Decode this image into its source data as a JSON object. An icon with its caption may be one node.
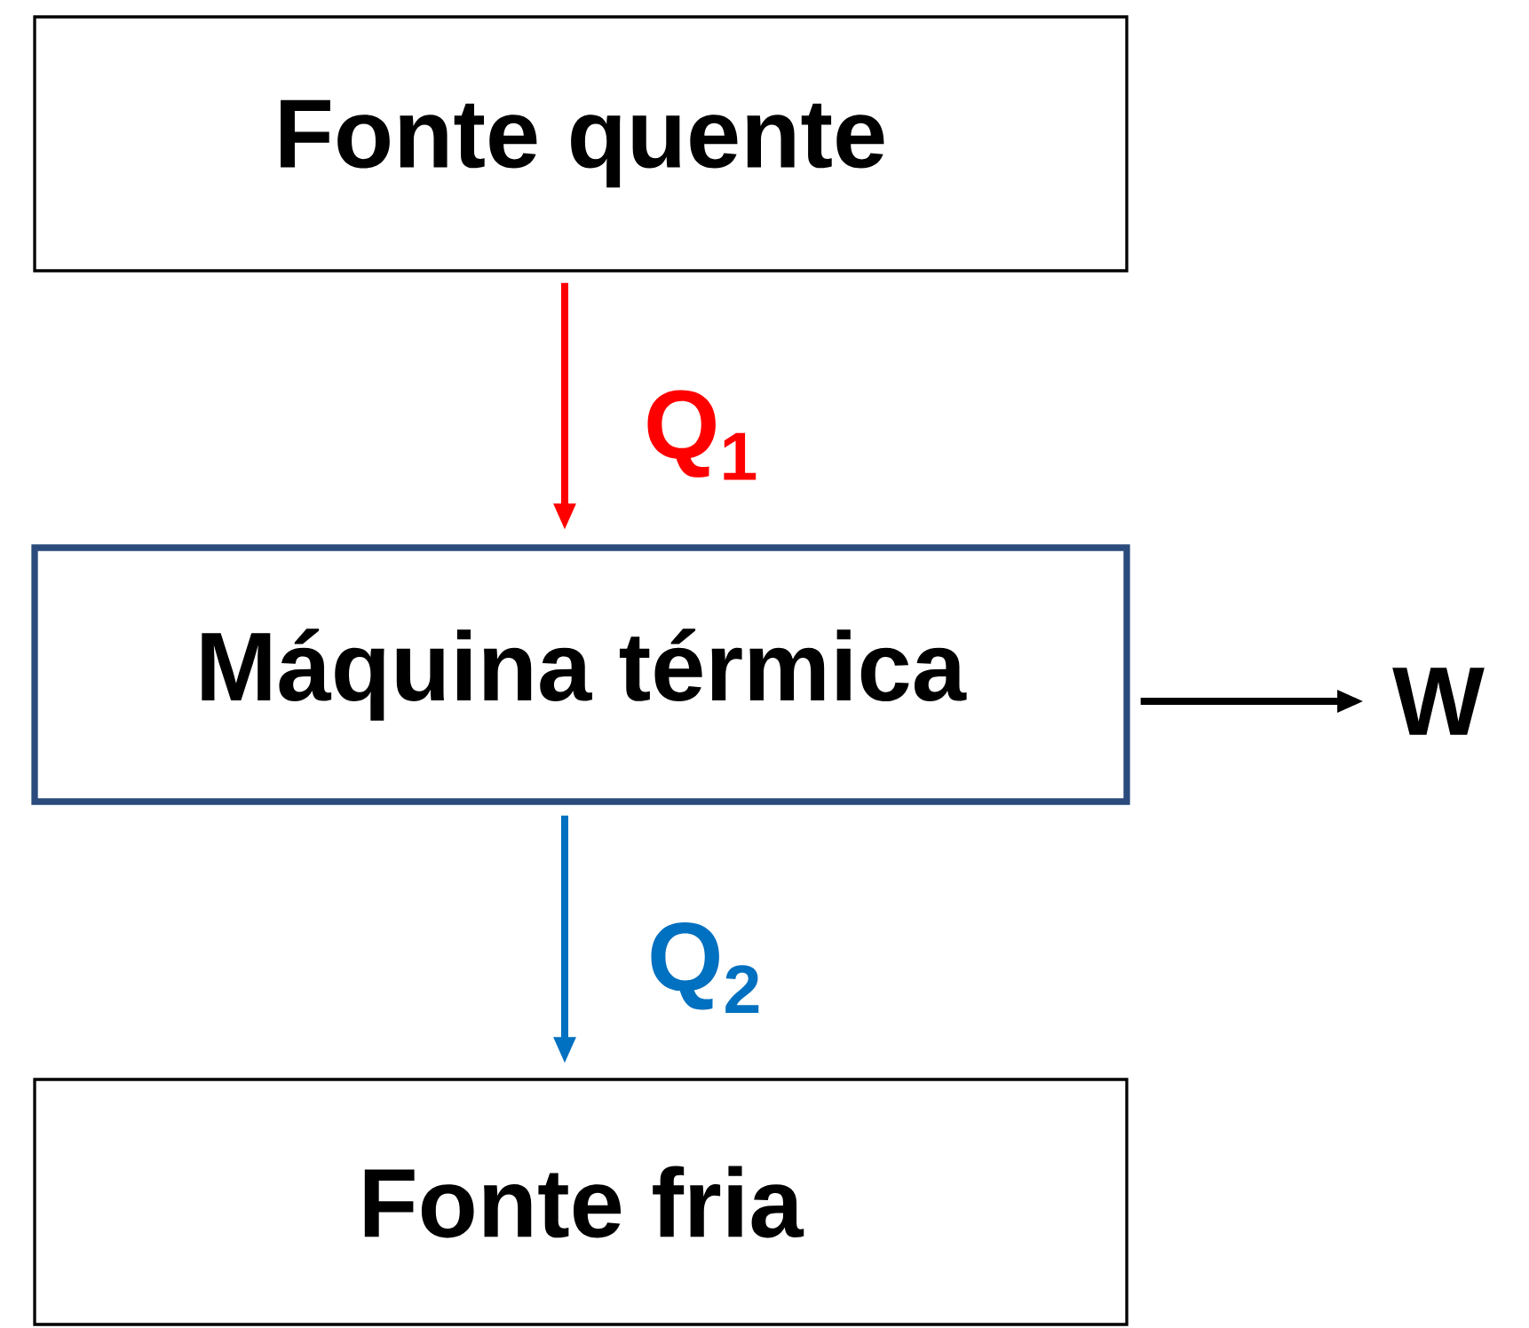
{
  "diagram": {
    "nodes": [
      {
        "text": [
          "Fonte quente"
        ]
      },
      {
        "text": [
          "Máquina térmica"
        ]
      },
      {
        "text": [
          "Fonte fria"
        ]
      },
      {
        "text": [
          "W"
        ]
      }
    ],
    "edges": [
      {
        "from": 0,
        "to": 1,
        "arrow": "to",
        "label": "Q$_{1}$",
        "color": "#ff0000"
      },
      {
        "from": 1,
        "to": 2,
        "arrow": "to",
        "label": "Q$_{2}$",
        "color": "#0070c0"
      },
      {
        "from": 1,
        "to": 3,
        "arrow": "to",
        "color": "#000000"
      }
    ]
  }
}
